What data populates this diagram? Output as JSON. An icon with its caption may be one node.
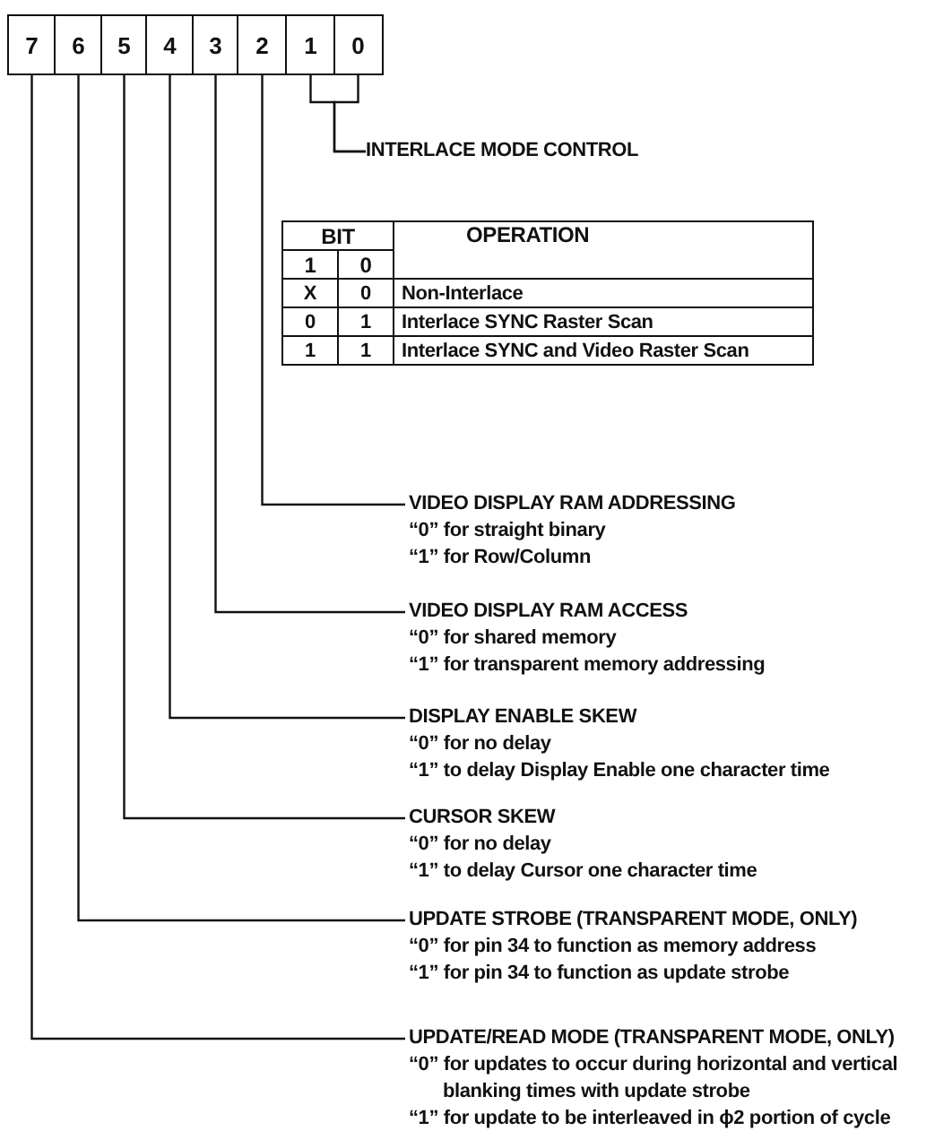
{
  "diagram": {
    "nodes": [
      {
        "text": [
          "7"
        ]
      },
      {
        "text": [
          "6"
        ]
      },
      {
        "text": [
          "5"
        ]
      },
      {
        "text": [
          "4"
        ]
      },
      {
        "text": [
          "3"
        ]
      },
      {
        "text": [
          "2"
        ]
      },
      {
        "text": [
          "1"
        ]
      },
      {
        "text": [
          "0"
        ]
      },
      {
        "text": [
          "INTERLACE MODE CONTROL"
        ]
      },
      {
        "text": [
          "VIDEO DISPLAY RAM ADDRESSING",
          "“0” for straight binary",
          "“1” for Row/Column"
        ]
      },
      {
        "text": [
          "VIDEO DISPLAY RAM ACCESS",
          "“0” for shared memory",
          "“1” for transparent memory addressing"
        ]
      },
      {
        "text": [
          "DISPLAY ENABLE SKEW",
          "“0” for no delay",
          "“1” to delay Display Enable one character time"
        ]
      },
      {
        "text": [
          "CURSOR SKEW",
          "“0” for no delay",
          "“1” to delay Cursor one character time"
        ]
      },
      {
        "text": [
          "UPDATE STROBE (TRANSPARENT MODE, ONLY)",
          "“0” for pin 34 to function as memory address",
          "“1” for pin 34 to function as update strobe"
        ]
      },
      {
        "text": [
          "UPDATE/READ MODE (TRANSPARENT MODE, ONLY)",
          "“0” for updates to occur during horizontal and vertical blanking times with update strobe",
          "“1” for update to be interleaved in ϕ2 portion of cycle"
        ]
      }
    ],
    "edges": [
      {
        "from": 6,
        "to": 8,
        "arrow": "none"
      },
      {
        "from": 7,
        "to": 8,
        "arrow": "none"
      },
      {
        "from": 5,
        "to": 9,
        "arrow": "none"
      },
      {
        "from": 4,
        "to": 10,
        "arrow": "none"
      },
      {
        "from": 3,
        "to": 11,
        "arrow": "none"
      },
      {
        "from": 2,
        "to": 12,
        "arrow": "none"
      },
      {
        "from": 1,
        "to": 13,
        "arrow": "none"
      },
      {
        "from": 0,
        "to": 14,
        "arrow": "none"
      }
    ],
    "labels": [
      "BIT",
      "OPERATION",
      "1",
      "0",
      "X",
      "0",
      "Non-Interlace",
      "0",
      "1",
      "Interlace SYNC Raster Scan",
      "1",
      "1",
      "Interlace SYNC and Video Raster Scan"
    ]
  }
}
